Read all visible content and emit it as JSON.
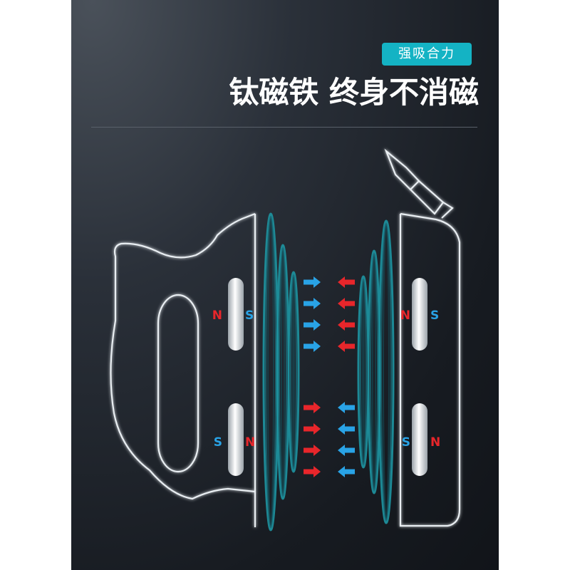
{
  "badge": {
    "label": "强吸合力"
  },
  "headline": "钛磁铁 终身不消磁",
  "colors": {
    "accent": "#14b3c4",
    "north": "#e8262b",
    "south": "#29a3e6",
    "background": "#171b21"
  },
  "poles": {
    "left_top": {
      "a": "N",
      "b": "S"
    },
    "left_bottom": {
      "a": "S",
      "b": "N"
    },
    "right_top": {
      "a": "N",
      "b": "S"
    },
    "right_bottom": {
      "a": "S",
      "b": "N"
    }
  },
  "arrows": {
    "top_left": "blue-right",
    "top_right": "red-left",
    "bottom_left": "red-right",
    "bottom_right": "blue-left"
  }
}
